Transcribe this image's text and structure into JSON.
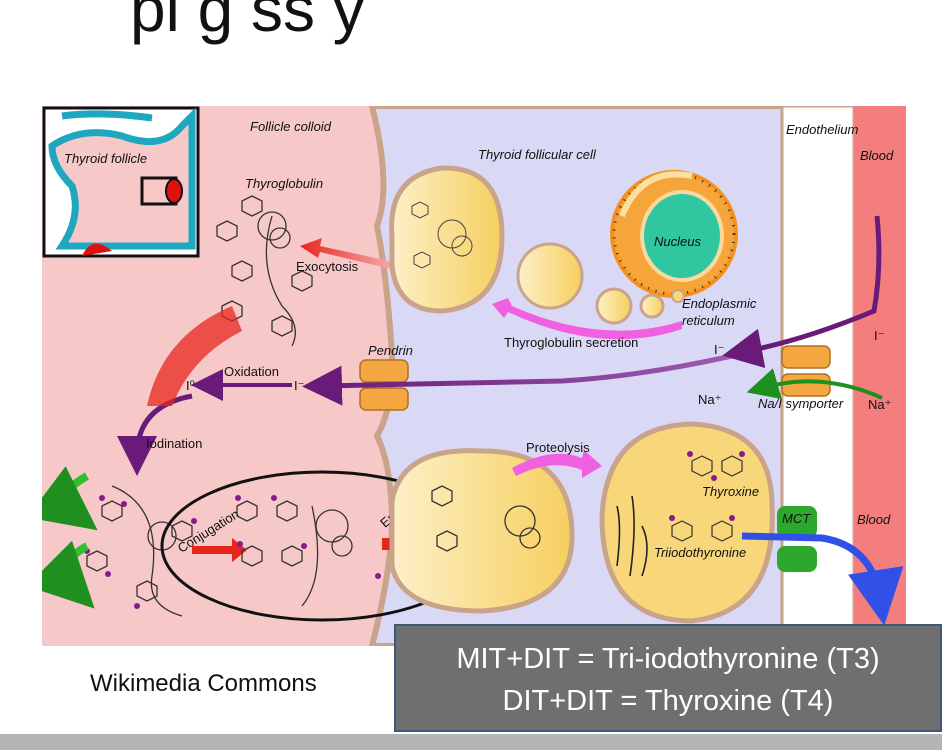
{
  "slide": {
    "title_fragment": "pi g  ss  y",
    "caption": "Wikimedia Commons",
    "info_lines": [
      "MIT+DIT = Tri-iodothyronine (T3)",
      "DIT+DIT = Thyroxine (T4)"
    ]
  },
  "diagram": {
    "labels": {
      "follicle_colloid": "Follicle colloid",
      "thyroid_follicular_cell": "Thyroid follicular cell",
      "endothelium": "Endothelium",
      "blood_top": "Blood",
      "blood_bottom": "Blood",
      "thyroid_follicle": "Thyroid follicle",
      "thyroglobulin": "Thyroglobulin",
      "exocytosis": "Exocytosis",
      "nucleus": "Nucleus",
      "endoplasmic": "Endoplasmic",
      "reticulum": "reticulum",
      "thyroglobulin_secretion": "Thyroglobulin secretion",
      "pendrin": "Pendrin",
      "oxidation": "Oxidation",
      "i0": "I⁰",
      "i_minus_left": "I⁻",
      "i_minus_mid": "I⁻",
      "i_minus_right": "I⁻",
      "na_plus_left": "Na⁺",
      "na_plus_right": "Na⁺",
      "na_i_symporter": "Na/I symporter",
      "iodination": "Iodination",
      "conjugation": "Conjugation",
      "endocytosis": "Endocytosis",
      "proteolysis": "Proteolysis",
      "thyroxine": "Thyroxine",
      "triiodothyronine": "Triiodothyronine",
      "mct": "MCT"
    },
    "colors": {
      "colloid": "#f7c8c8",
      "cell": "#d9d9f5",
      "blood": "#f47d7d",
      "vesicle": "#f8d77a",
      "nucleus": "#2fc6a0",
      "transporter": "#f4a640",
      "mct": "#2ca82c",
      "arrow_purple": "#6a1b7a",
      "arrow_red": "#e8251d",
      "arrow_green": "#2fbf2f",
      "arrow_pink": "#f060e0",
      "arrow_blue": "#3050e8"
    }
  }
}
